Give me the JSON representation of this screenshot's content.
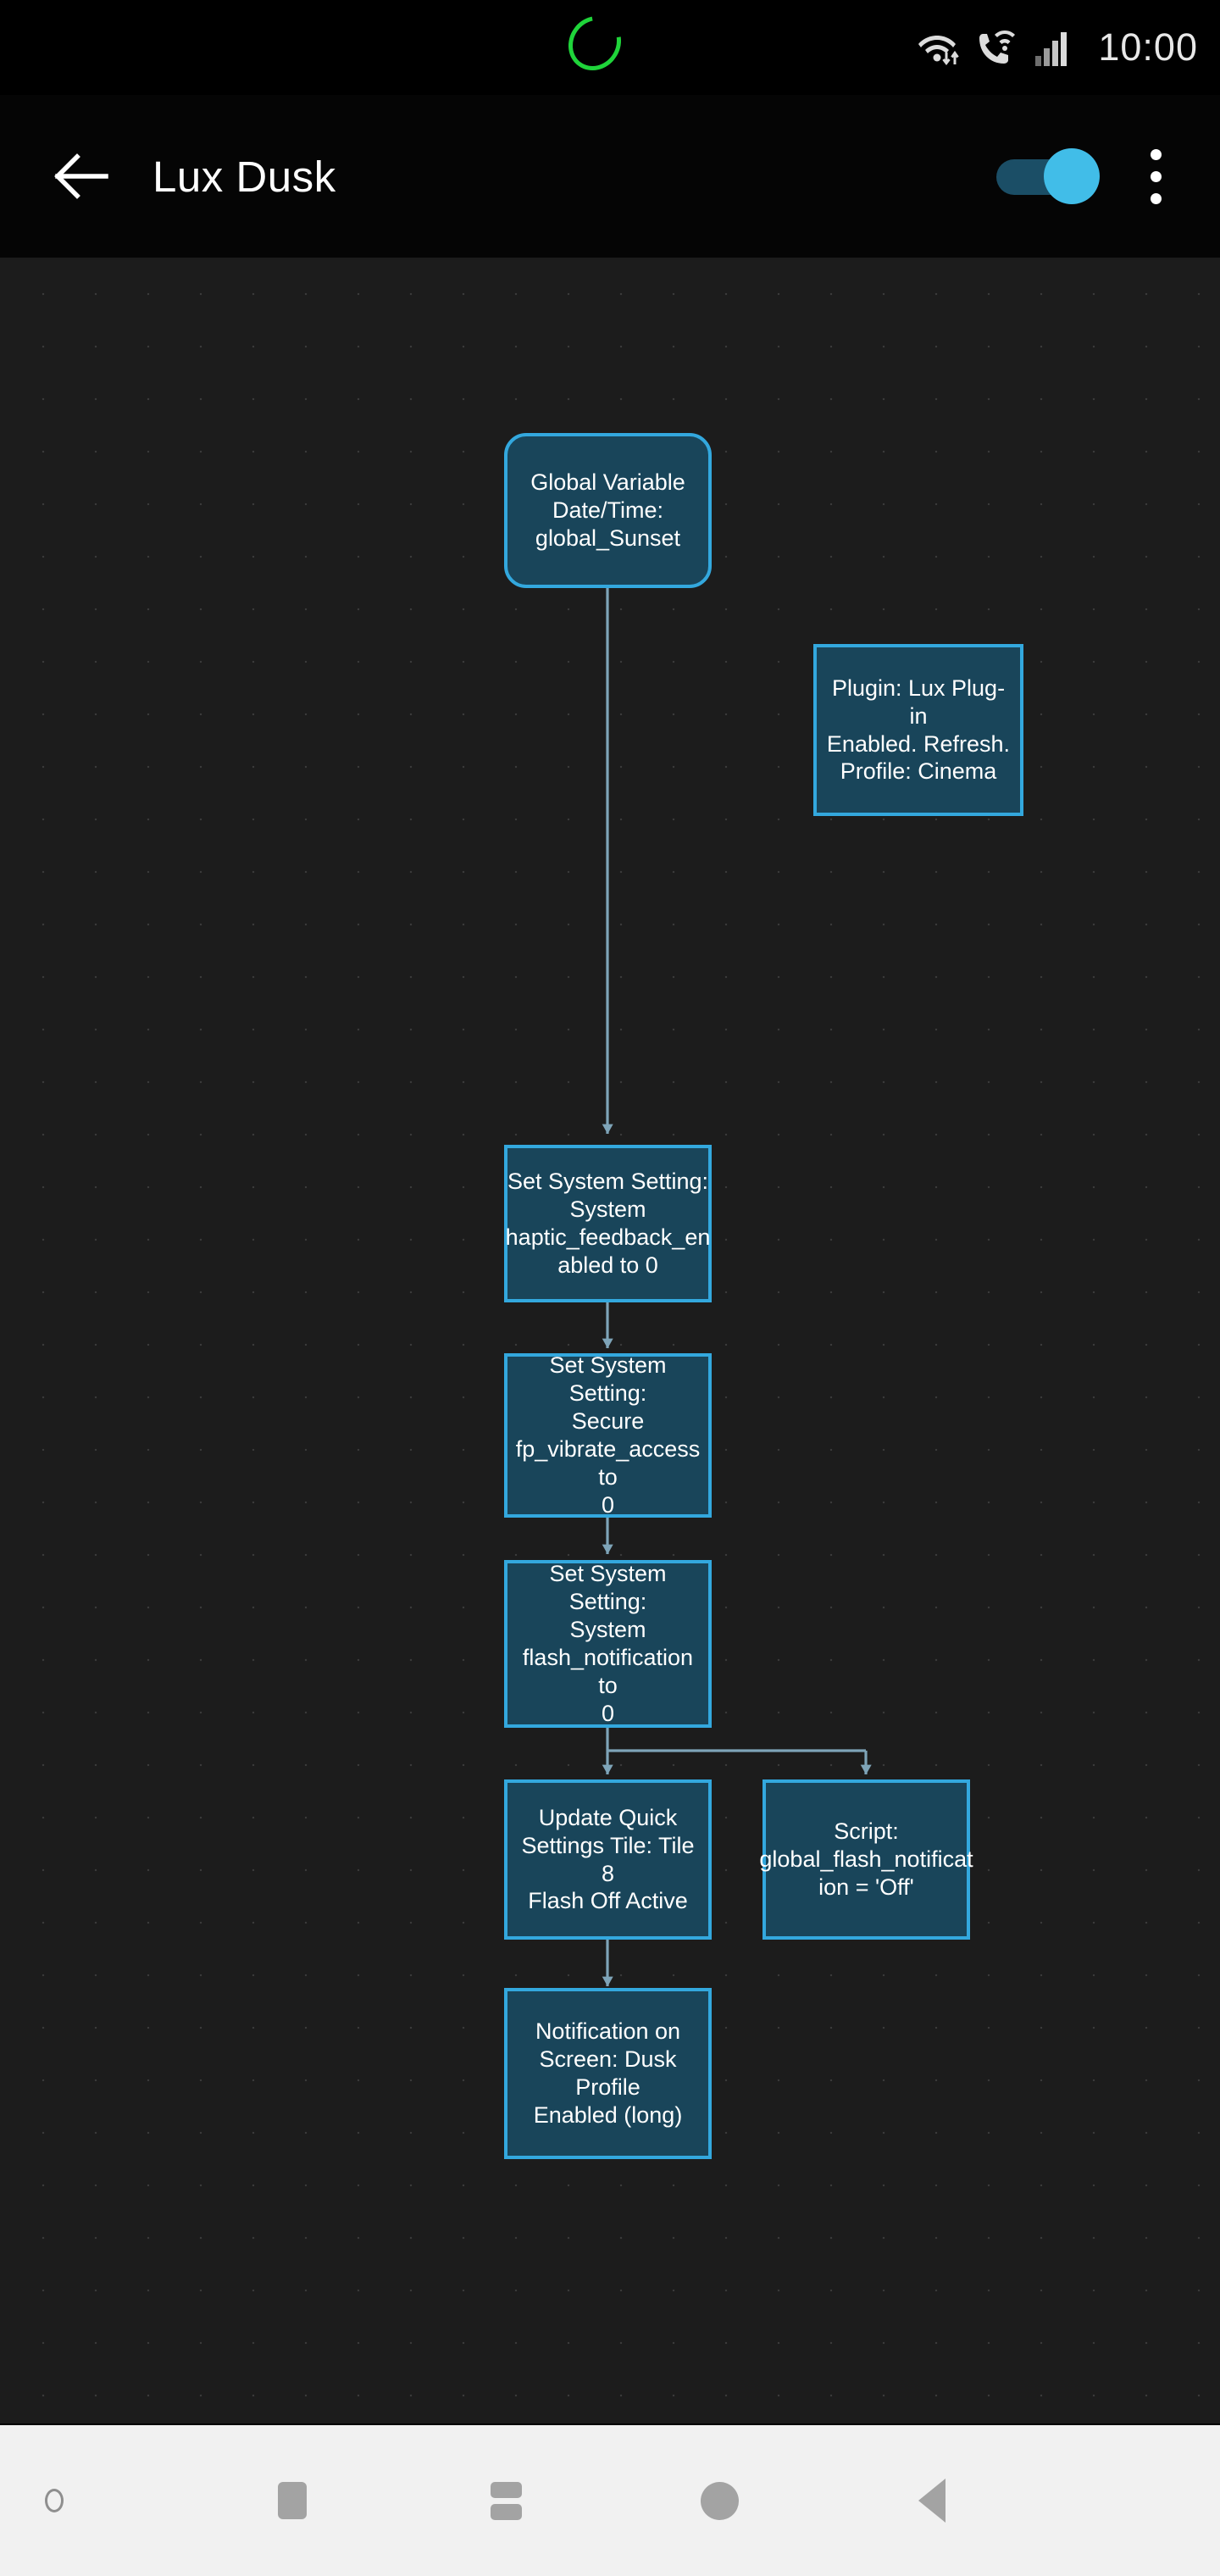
{
  "status_bar": {
    "time": "10:00",
    "icons": [
      "camera-cutout",
      "wifi-data-icon",
      "wifi-calling-icon",
      "signal-bars-icon"
    ]
  },
  "app_bar": {
    "back_icon": "back-arrow-icon",
    "title": "Lux Dusk",
    "toggle": {
      "name": "profile-enabled-toggle",
      "state": "on"
    },
    "overflow_icon": "overflow-menu-icon"
  },
  "canvas": {
    "nodes": [
      {
        "id": "trigger-global-variable",
        "shape": "rounded",
        "text": "Global Variable\nDate/Time:\nglobal_Sunset"
      },
      {
        "id": "action-plugin-lux",
        "shape": "square",
        "text": "Plugin: Lux Plug-in\nEnabled. Refresh.\nProfile: Cinema"
      },
      {
        "id": "action-haptic-feedback",
        "shape": "square",
        "text": "Set System Setting:\nSystem\nhaptic_feedback_en\nabled to 0"
      },
      {
        "id": "action-fp-vibrate",
        "shape": "square",
        "text": "Set System Setting:\nSecure\nfp_vibrate_access to\n0"
      },
      {
        "id": "action-flash-notification",
        "shape": "square",
        "text": "Set System Setting:\nSystem\nflash_notification to\n0"
      },
      {
        "id": "action-quick-settings-tile",
        "shape": "square",
        "text": "Update Quick\nSettings Tile: Tile 8\nFlash Off Active"
      },
      {
        "id": "action-script-flash",
        "shape": "square",
        "text": "Script:\nglobal_flash_notificat\nion = 'Off'"
      },
      {
        "id": "action-notification-screen",
        "shape": "square",
        "text": "Notification on\nScreen: Dusk Profile\nEnabled (long)"
      }
    ],
    "colors": {
      "node_fill": "#19455a",
      "node_border": "#33a8de",
      "connector": "#7ea4b8",
      "background": "#1c1c1c",
      "grid_dot": "#3a3a3a"
    }
  },
  "nav_bar": {
    "buttons": [
      {
        "name": "nav-dot-circle-icon"
      },
      {
        "name": "nav-stop-square-icon"
      },
      {
        "name": "nav-recents-icon"
      },
      {
        "name": "nav-home-icon"
      },
      {
        "name": "nav-back-icon"
      }
    ]
  }
}
